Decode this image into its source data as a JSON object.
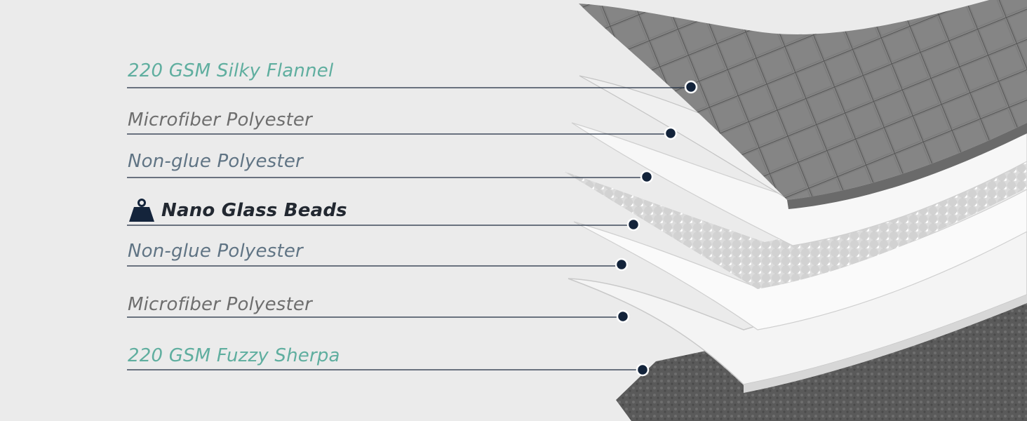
{
  "colors": {
    "background": "#ebebeb",
    "accent": "#5fae9f",
    "muted": "#6e6e6e",
    "slate": "#607484",
    "dark": "#222831",
    "leader": "#1c2b3f",
    "dot": "#13233a"
  },
  "layers": [
    {
      "label": "220 GSM Silky Flannel",
      "style": "accent"
    },
    {
      "label": "Microfiber Polyester",
      "style": "gray"
    },
    {
      "label": "Non-glue Polyester",
      "style": "slate"
    },
    {
      "label": "Nano Glass Beads",
      "style": "dark",
      "icon": "weight-icon"
    },
    {
      "label": "Non-glue Polyester",
      "style": "slate"
    },
    {
      "label": "Microfiber Polyester",
      "style": "gray"
    },
    {
      "label": "220 GSM Fuzzy Sherpa",
      "style": "accent"
    }
  ]
}
